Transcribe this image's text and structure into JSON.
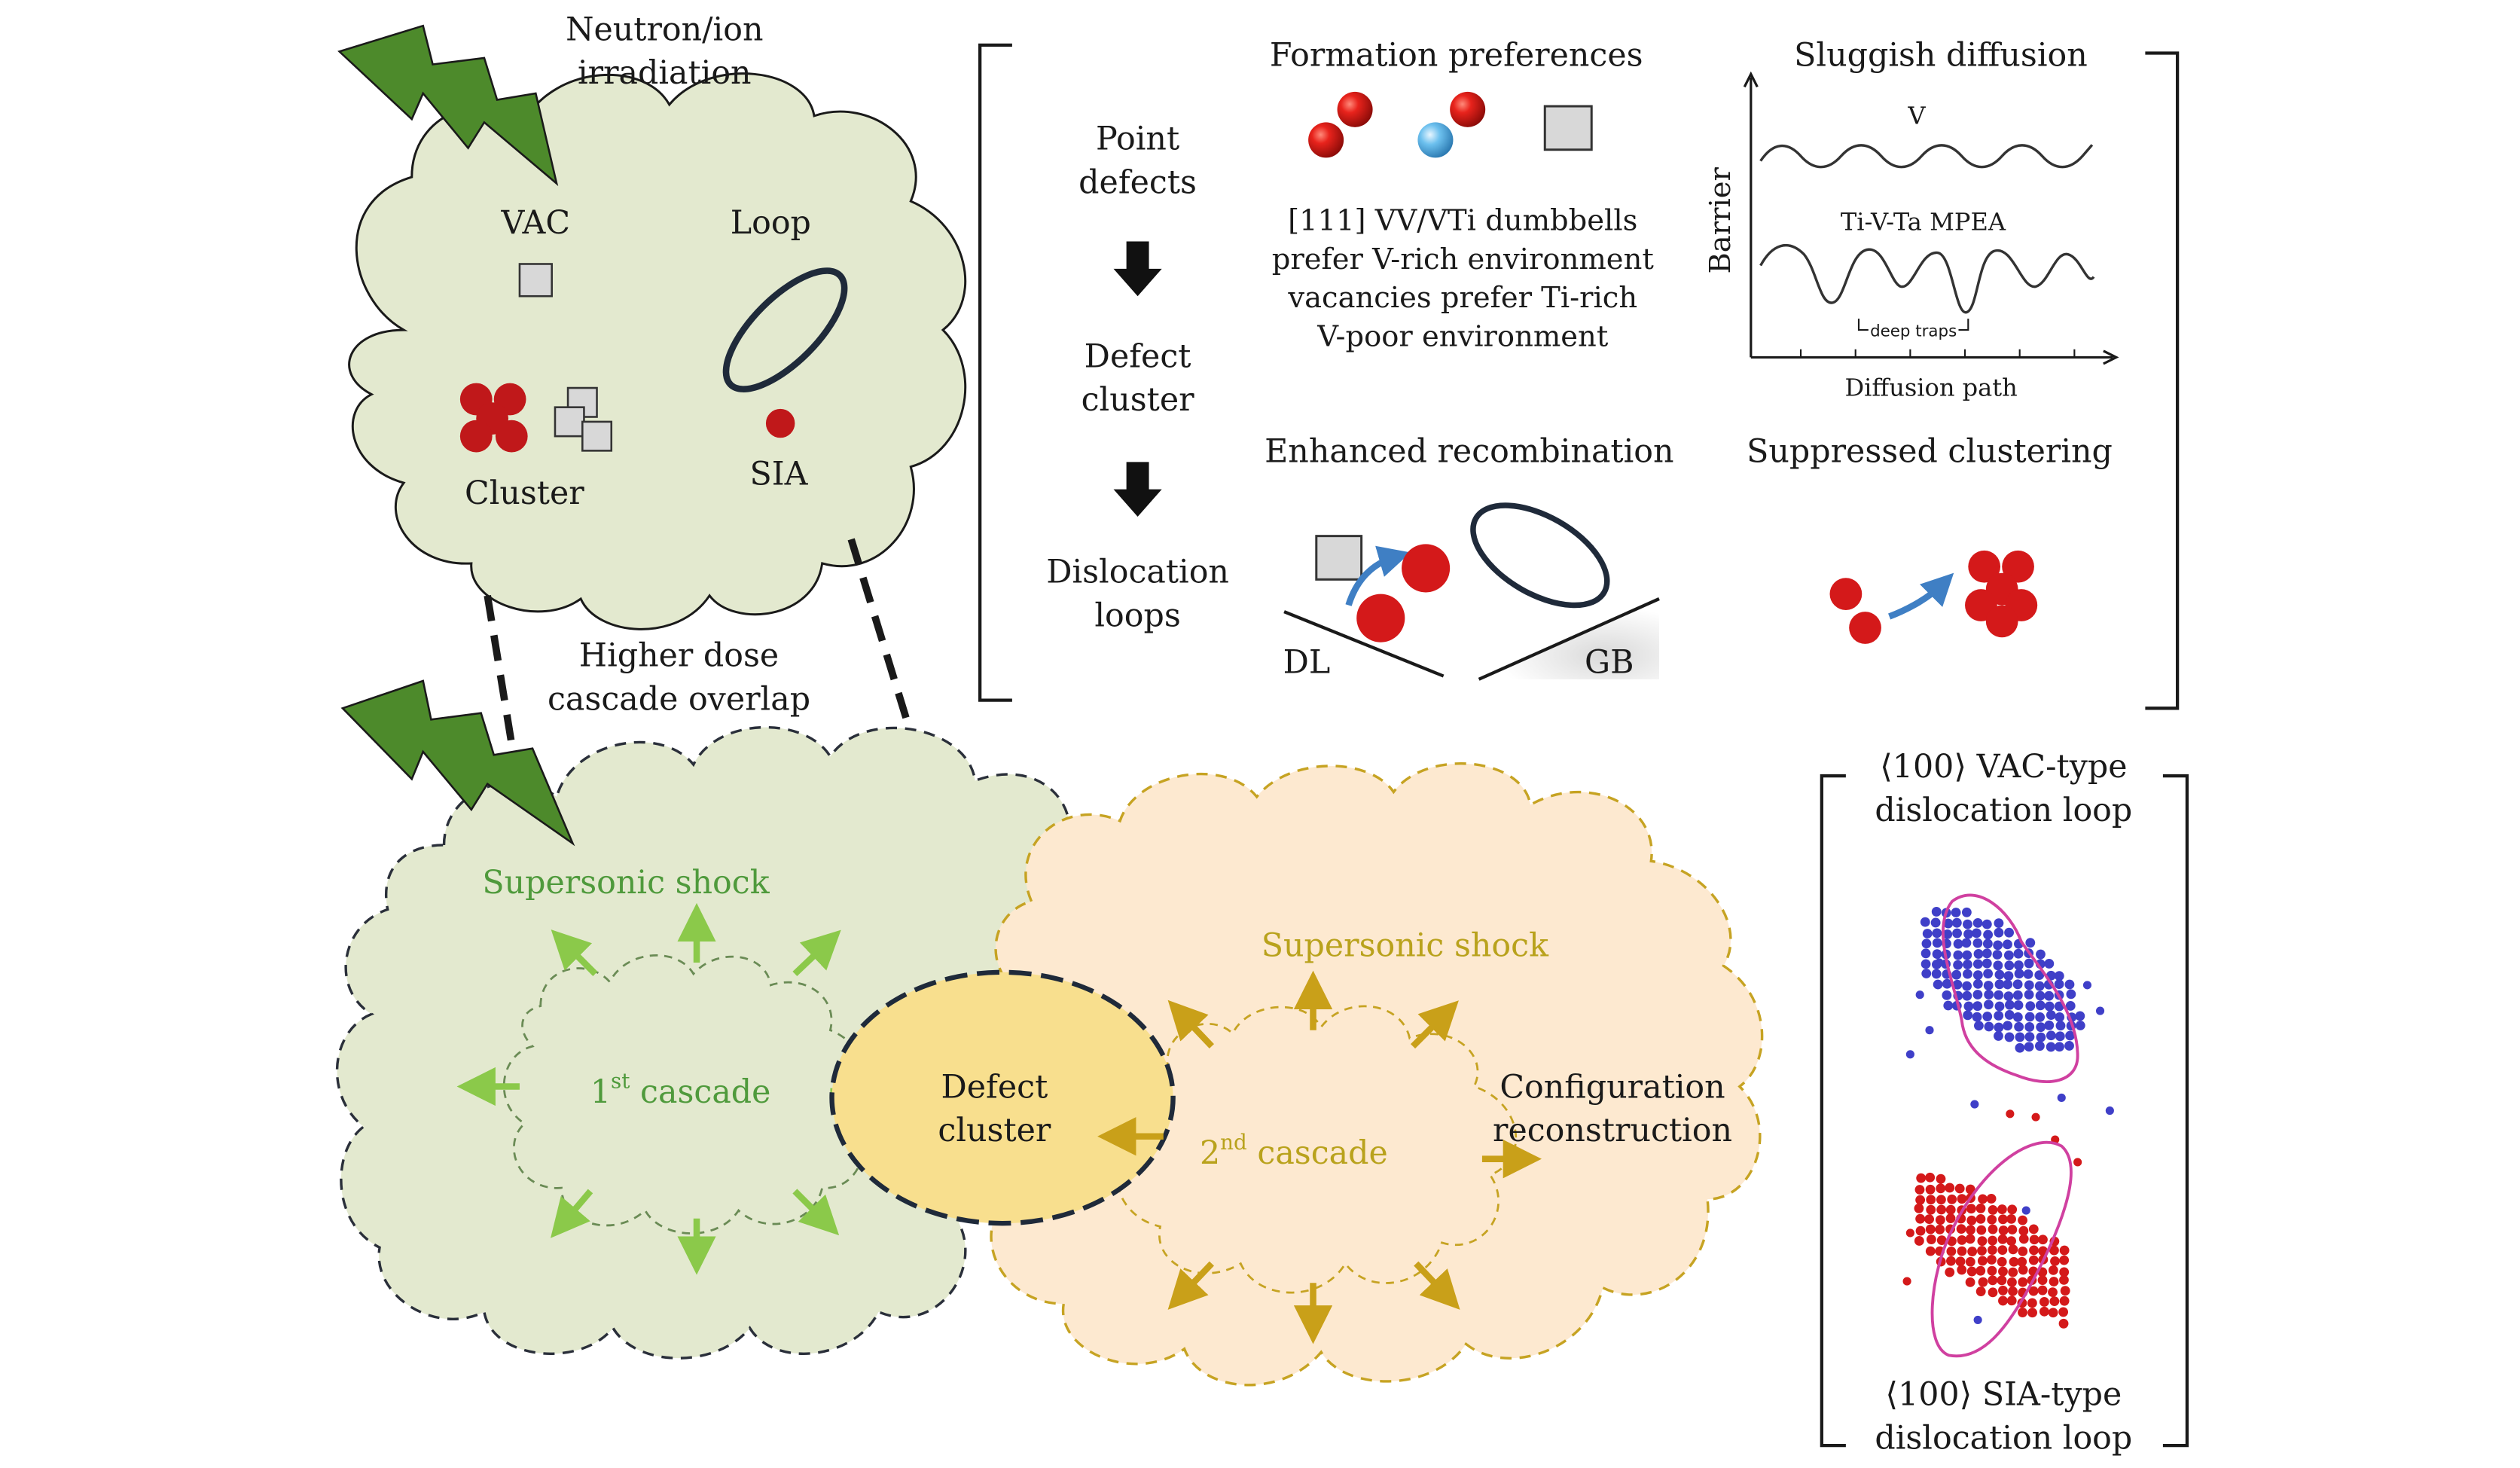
{
  "colors": {
    "cloud_green": "#e3e9cf",
    "cloud_peach": "#fde9d0",
    "defect_yellow": "#f8df8e",
    "bolt_green": "#4d8a2b",
    "arrow_green": "#8bc94a",
    "arrow_gold": "#c9a019",
    "red_atom": "#d4191a",
    "blue_atom": "#3f3fc8",
    "text_green": "#4f9a3c",
    "text_gold": "#b9a21c"
  },
  "icons": [
    "lightning-bolt-icon",
    "down-arrow-icon",
    "curved-arrow-icon"
  ],
  "top_cloud": {
    "irradiation_line1": "Neutron/ion",
    "irradiation_line2": "irradiation",
    "vac": "VAC",
    "loop": "Loop",
    "cluster": "Cluster",
    "sia": "SIA"
  },
  "flow": {
    "step1_line1": "Point",
    "step1_line2": "defects",
    "step2_line1": "Defect",
    "step2_line2": "cluster",
    "step3_line1": "Dislocation",
    "step3_line2": "loops"
  },
  "formation": {
    "title": "Formation preferences",
    "line1": "[111] VV/VTi dumbbells",
    "line2": "prefer V-rich environment",
    "line3": "vacancies prefer Ti-rich",
    "line4": "V-poor environment"
  },
  "sluggish": {
    "title": "Sluggish diffusion",
    "curve_top_label": "V",
    "curve_bottom_label": "Ti-V-Ta MPEA",
    "trap_label": "deep traps",
    "ylabel": "Barrier",
    "xlabel": "Diffusion path"
  },
  "recombination": {
    "title": "Enhanced recombination",
    "dl": "DL",
    "gb": "GB"
  },
  "clustering": {
    "title": "Suppressed clustering"
  },
  "overlap": {
    "line1": "Higher dose",
    "line2": "cascade overlap"
  },
  "cascade1": {
    "shock": "Supersonic shock",
    "label_base": "1",
    "label_sup": "st",
    "label_rest": " cascade"
  },
  "defect_cluster": {
    "line1": "Defect",
    "line2": "cluster"
  },
  "cascade2": {
    "shock": "Supersonic shock",
    "label_base": "2",
    "label_sup": "nd",
    "label_rest": " cascade",
    "config_line1": "Configuration",
    "config_line2": "reconstruction"
  },
  "loops_panel": {
    "vac_line1": "⟨100⟩ VAC-type",
    "vac_line2": "dislocation loop",
    "sia_line1": "⟨100⟩ SIA-type",
    "sia_line2": "dislocation loop"
  }
}
